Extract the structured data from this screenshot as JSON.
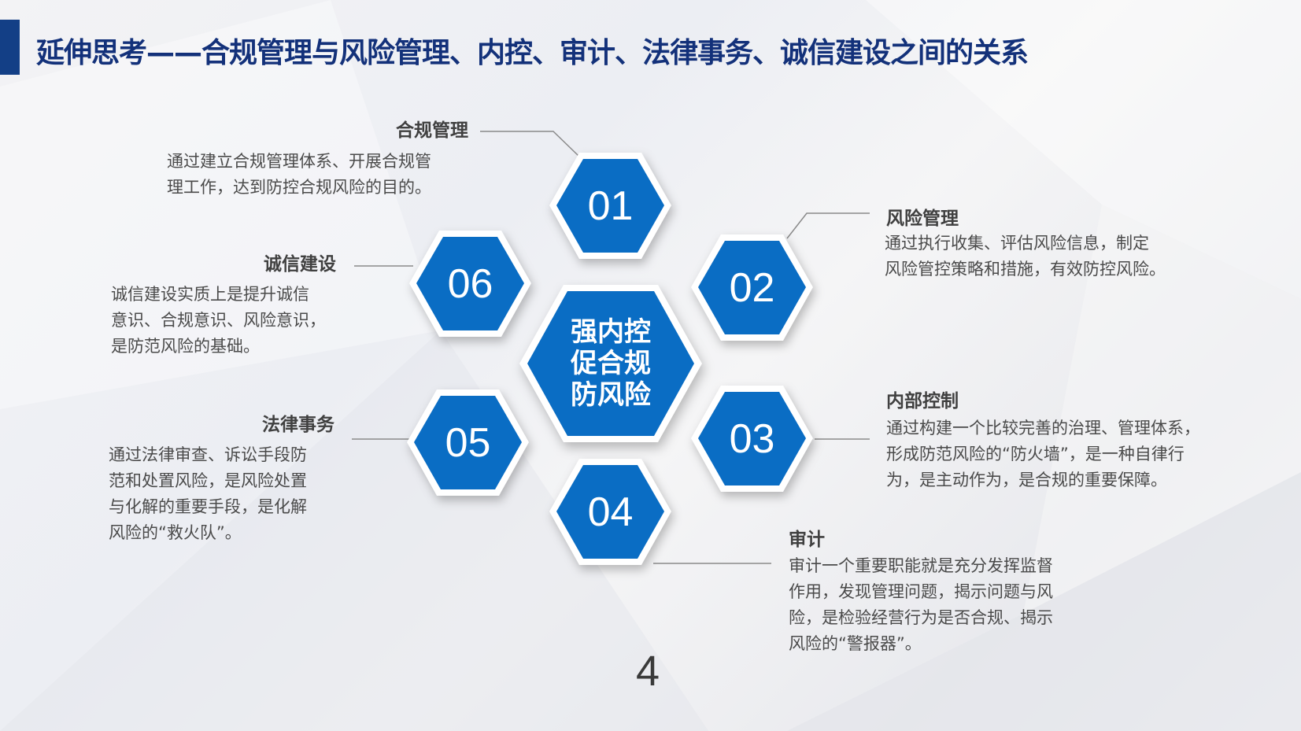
{
  "slide": {
    "title": "延伸思考——合规管理与风险管理、内控、审计、法律事务、诚信建设之间的关系",
    "page_number": "4",
    "accent_color": "#0a6dc4",
    "title_color": "#13317a"
  },
  "center": {
    "lines": [
      "强内控",
      "促合规",
      "防风险"
    ]
  },
  "items": [
    {
      "num": "01",
      "label": "合规管理",
      "desc": [
        "通过建立合规管理体系、开展合规管",
        "理工作，达到防控合规风险的目的。"
      ]
    },
    {
      "num": "02",
      "label": "风险管理",
      "desc": [
        "通过执行收集、评估风险信息，制定",
        "风险管控策略和措施，有效防控风险。"
      ]
    },
    {
      "num": "03",
      "label": "内部控制",
      "desc": [
        "通过构建一个比较完善的治理、管理体系，",
        "形成防范风险的“防火墙”，是一种自律行",
        "为，是主动作为，是合规的重要保障。"
      ]
    },
    {
      "num": "04",
      "label": "审计",
      "desc": [
        "审计一个重要职能就是充分发挥监督",
        "作用，发现管理问题，揭示问题与风",
        "险，是检验经营行为是否合规、揭示",
        "风险的“警报器”。"
      ]
    },
    {
      "num": "05",
      "label": "法律事务",
      "desc": [
        "通过法律审查、诉讼手段防",
        "范和处置风险，是风险处置",
        "与化解的重要手段，是化解",
        "风险的“救火队”。"
      ]
    },
    {
      "num": "06",
      "label": "诚信建设",
      "desc": [
        "诚信建设实质上是提升诚信",
        "意识、合规意识、风险意识，",
        "是防范风险的基础。"
      ]
    }
  ]
}
